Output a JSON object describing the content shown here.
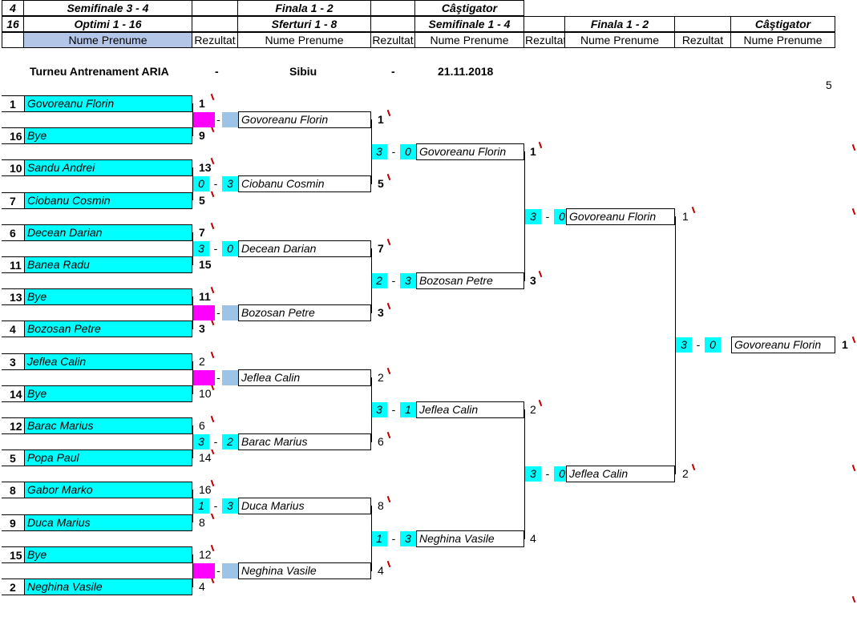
{
  "header": {
    "row1": {
      "a": "4",
      "b": "Semifinale 3 - 4",
      "c": "Finala 1 - 2",
      "d": "Câştigator"
    },
    "row2": {
      "a": "16",
      "b": "Optimi 1 - 16",
      "c": "Sferturi 1 - 8",
      "d": "Semifinale 1 - 4",
      "e": "Finala 1 - 2",
      "f": "Câştigator"
    },
    "row3": {
      "name": "Nume Prenume",
      "result": "Rezultat",
      "result_cut": "Rezultat"
    }
  },
  "info": {
    "tournament": "Turneu Antrenament ARIA",
    "sep": "-",
    "city": "Sibiu",
    "date": "21.11.2018",
    "number": "5"
  },
  "players": [
    {
      "seed": "1",
      "name": "Govoreanu Florin",
      "res": "1",
      "bold": true
    },
    {
      "seed": "16",
      "name": "Bye",
      "res": "9",
      "bold": true
    },
    {
      "seed": "10",
      "name": "Sandu Andrei",
      "res": "13",
      "bold": true
    },
    {
      "seed": "7",
      "name": "Ciobanu Cosmin",
      "res": "5",
      "bold": true
    },
    {
      "seed": "6",
      "name": "Decean Darian",
      "res": "7",
      "bold": true
    },
    {
      "seed": "11",
      "name": "Banea Radu",
      "res": "15",
      "bold": true
    },
    {
      "seed": "13",
      "name": "Bye",
      "res": "11",
      "bold": true
    },
    {
      "seed": "4",
      "name": "Bozosan Petre",
      "res": "3",
      "bold": true
    },
    {
      "seed": "3",
      "name": "Jeflea Calin",
      "res": "2",
      "bold": false
    },
    {
      "seed": "14",
      "name": "Bye",
      "res": "10",
      "bold": false
    },
    {
      "seed": "12",
      "name": "Barac Marius",
      "res": "6",
      "bold": false
    },
    {
      "seed": "5",
      "name": "Popa Paul",
      "res": "14",
      "bold": false
    },
    {
      "seed": "8",
      "name": "Gabor Marko",
      "res": "16",
      "bold": false
    },
    {
      "seed": "9",
      "name": "Duca Marius",
      "res": "8",
      "bold": false
    },
    {
      "seed": "15",
      "name": "Bye",
      "res": "12",
      "bold": false
    },
    {
      "seed": "2",
      "name": "Neghina Vasile",
      "res": "4",
      "bold": false
    }
  ],
  "r2": [
    {
      "s1": "",
      "s2": "",
      "name": "Govoreanu Florin",
      "res": "1",
      "bold": true,
      "bye": true
    },
    {
      "s1": "0",
      "s2": "3",
      "name": "Ciobanu Cosmin",
      "res": "5",
      "bold": true,
      "bye": false
    },
    {
      "s1": "3",
      "s2": "0",
      "name": "Decean Darian",
      "res": "7",
      "bold": true,
      "bye": false
    },
    {
      "s1": "",
      "s2": "",
      "name": "Bozosan Petre",
      "res": "3",
      "bold": true,
      "bye": true
    },
    {
      "s1": "",
      "s2": "",
      "name": "Jeflea Calin",
      "res": "2",
      "bold": false,
      "bye": true
    },
    {
      "s1": "3",
      "s2": "2",
      "name": "Barac Marius",
      "res": "6",
      "bold": false,
      "bye": false
    },
    {
      "s1": "1",
      "s2": "3",
      "name": "Duca Marius",
      "res": "8",
      "bold": false,
      "bye": false
    },
    {
      "s1": "",
      "s2": "",
      "name": "Neghina Vasile",
      "res": "4",
      "bold": false,
      "bye": true
    }
  ],
  "r3": [
    {
      "s1": "3",
      "s2": "0",
      "name": "Govoreanu Florin",
      "res": "1",
      "bold": true
    },
    {
      "s1": "2",
      "s2": "3",
      "name": "Bozosan Petre",
      "res": "3",
      "bold": true
    },
    {
      "s1": "3",
      "s2": "1",
      "name": "Jeflea Calin",
      "res": "2",
      "bold": false
    },
    {
      "s1": "1",
      "s2": "3",
      "name": "Neghina Vasile",
      "res": "4",
      "bold": false
    }
  ],
  "r4": [
    {
      "s1": "3",
      "s2": "0",
      "name": "Govoreanu Florin",
      "res": "1",
      "bold": false
    },
    {
      "s1": "3",
      "s2": "0",
      "name": "Jeflea Calin",
      "res": "2",
      "bold": false
    }
  ],
  "r5": [
    {
      "s1": "3",
      "s2": "0",
      "name": "Govoreanu Florin",
      "res": "1",
      "bold": true
    }
  ],
  "dash": "-",
  "colors": {
    "name_bg": "#00ffff",
    "bye_marker": "#ff00ff",
    "bye_marker_2": "#9dc3e6",
    "header_bg": "#b4c6e7",
    "comment_marker": "#c00000"
  }
}
